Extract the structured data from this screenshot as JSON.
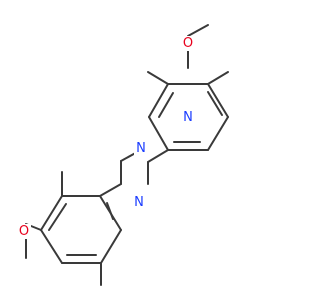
{
  "atoms": [
    {
      "id": "N_top",
      "label": "N",
      "color": "#1a3cff"
    },
    {
      "id": "O_top",
      "label": "O",
      "color": "#e8001c"
    },
    {
      "id": "N_amine",
      "label": "N",
      "color": "#1a3cff"
    },
    {
      "id": "N_bot",
      "label": "N",
      "color": "#1a3cff"
    },
    {
      "id": "O_bot",
      "label": "O",
      "color": "#e8001c"
    }
  ],
  "colors": {
    "bond": "#3a3a3a",
    "background": "#ffffff"
  }
}
